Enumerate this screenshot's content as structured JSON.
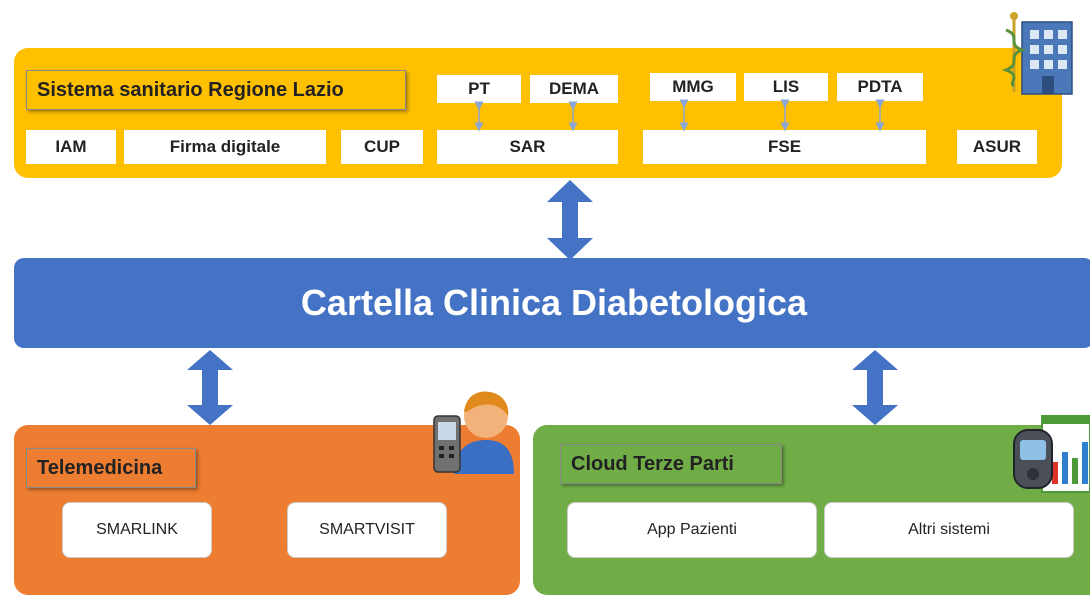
{
  "top_panel": {
    "title": "Sistema sanitario Regione Lazio",
    "boxes": {
      "iam": "IAM",
      "firma": "Firma digitale",
      "cup": "CUP",
      "pt": "PT",
      "dema": "DEMA",
      "sar": "SAR",
      "mmg": "MMG",
      "lis": "LIS",
      "pdta": "PDTA",
      "fse": "FSE",
      "asur": "ASUR"
    },
    "icon": "hospital-caduceus-icon"
  },
  "central_bar": {
    "title": "Cartella Clinica Diabetologica"
  },
  "telemedicina": {
    "title": "Telemedicina",
    "items": [
      "SMARLINK",
      "SMARTVISIT"
    ],
    "icon": "user-phone-icon"
  },
  "cloud": {
    "title": "Cloud Terze Parti",
    "items": [
      "App Pazienti",
      "Altri sistemi"
    ],
    "icon": "glucose-meter-chart-icon"
  },
  "colors": {
    "top_panel": "#FFC000",
    "central_bar": "#4472C4",
    "telemedicina": "#ED7D31",
    "cloud": "#70AD47",
    "arrow": "#4472C4"
  }
}
